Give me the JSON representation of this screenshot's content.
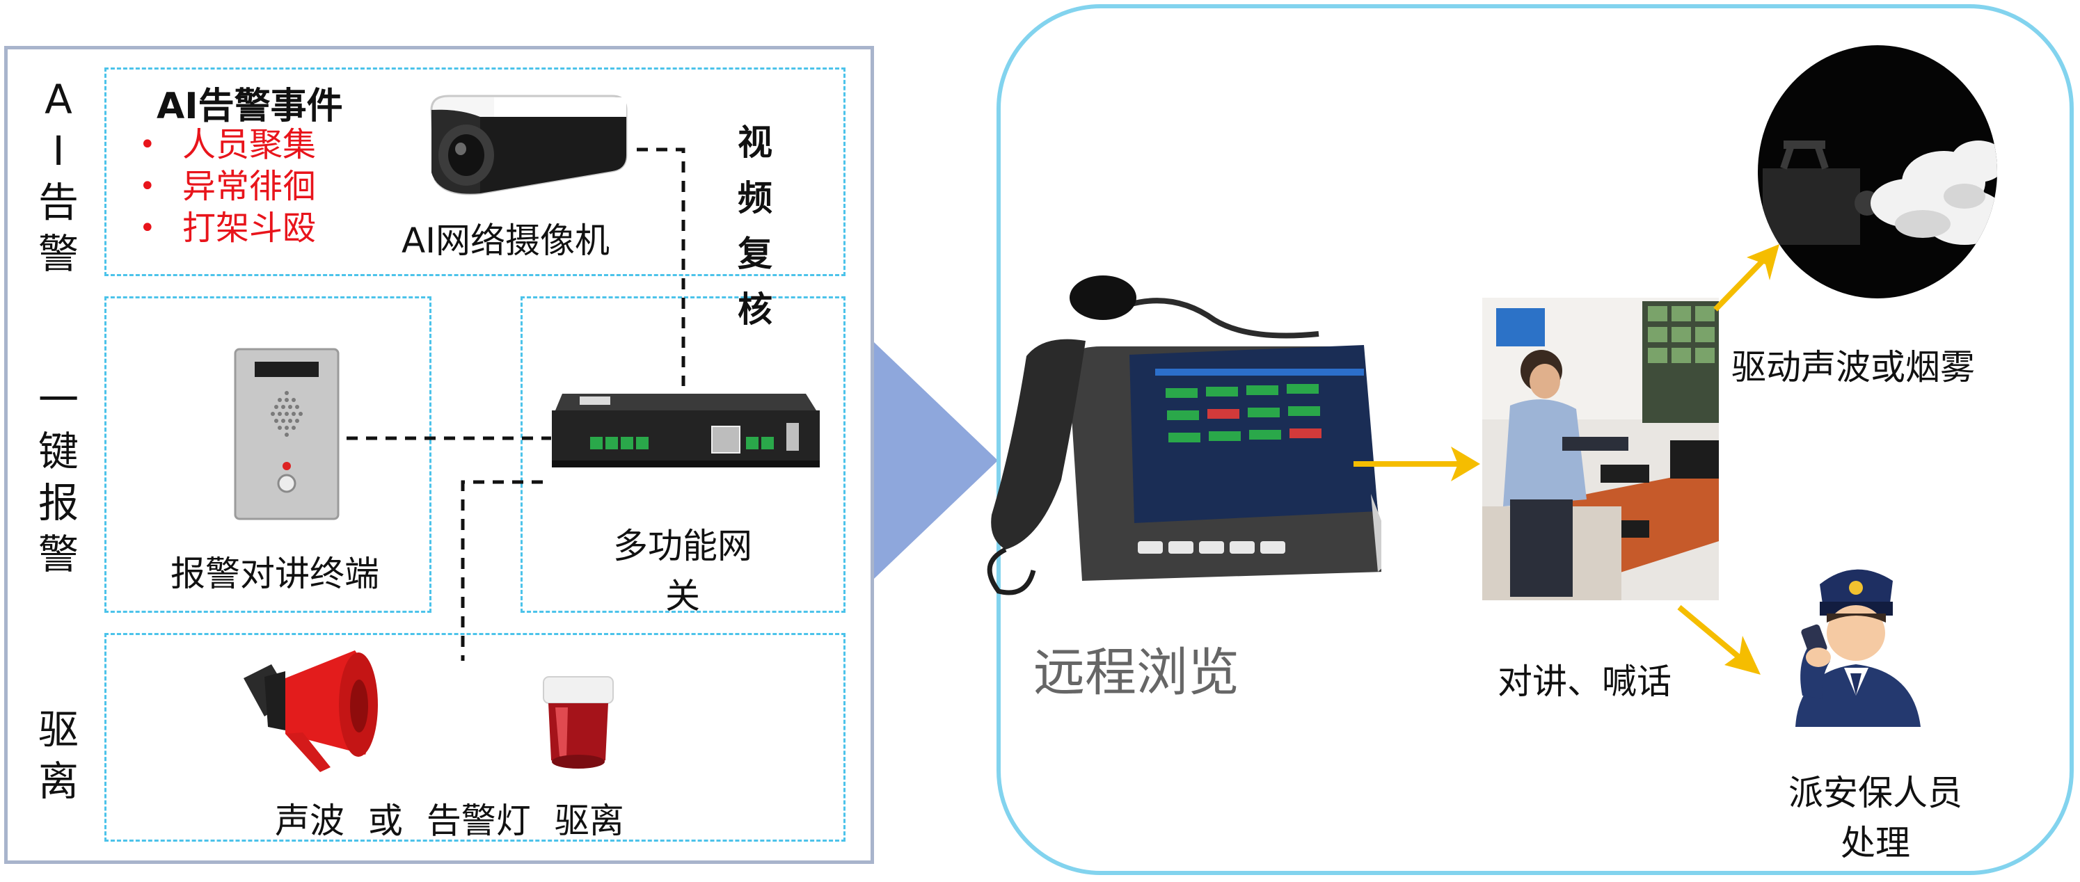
{
  "left_panel": {
    "ai_alarm": {
      "side_label": [
        "A",
        "I",
        "告",
        "警"
      ],
      "title": "AI告警事件",
      "events": [
        "人员聚集",
        "异常徘徊",
        "打架斗殴"
      ],
      "camera_label": "AI网络摄像机"
    },
    "video_review": [
      "视",
      "频",
      "复",
      "核"
    ],
    "one_key_alarm": {
      "side_label": [
        "一",
        "键",
        "报",
        "警"
      ],
      "terminal_label": "报警对讲终端",
      "gateway_label_line1": "多功能网",
      "gateway_label_line2": "关"
    },
    "drive_away": {
      "side_label": [
        "驱",
        "离"
      ],
      "caption_part1": "声波",
      "caption_part2": "或",
      "caption_part3": "告警灯",
      "caption_part4": "驱离"
    }
  },
  "right_panel": {
    "remote_browse": "远程浏览",
    "drive_sound_or_fog": "驱动声波或烟雾",
    "intercom_shout": "对讲、喊话",
    "dispatch_line1": "派安保人员",
    "dispatch_line2": "处理"
  },
  "colors": {
    "left_frame": "#a8b4cc",
    "dashed_box": "#4cc3ea",
    "event_text": "#e8141b",
    "big_arrow": "#8ea7dc",
    "right_frame": "#82d3ee",
    "flow_arrow": "#f5bd00"
  }
}
